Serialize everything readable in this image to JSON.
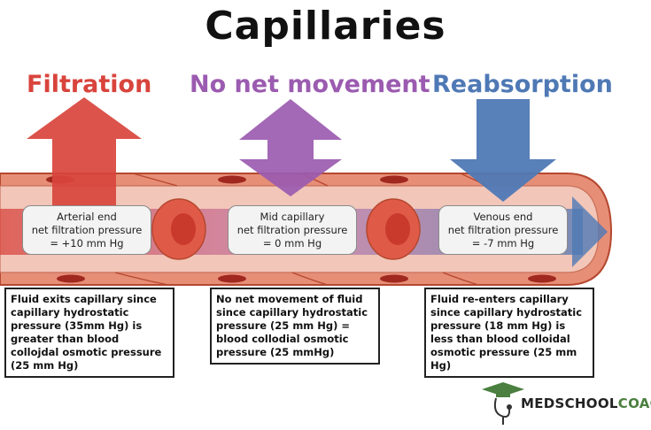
{
  "title": "Capillaries",
  "colors": {
    "filtration": "#d8443c",
    "no_net": "#9b5bb0",
    "reabsorption": "#4f79b5",
    "vessel": "#e78e77",
    "vessel_dark": "#b5482f",
    "lumen": "#f2c6b8",
    "rbc": "#c93a2c",
    "logo_green": "#4b7f3f"
  },
  "phases": [
    {
      "label": "Filtration",
      "color": "#d8443c"
    },
    {
      "label": "No net movement",
      "color": "#9b5bb0"
    },
    {
      "label": "Reabsorption",
      "color": "#4f79b5"
    }
  ],
  "pills": [
    {
      "line1": "Arterial end",
      "line2": "net filtration pressure",
      "line3": "= +10 mm Hg"
    },
    {
      "line1": "Mid capillary",
      "line2": "net filtration pressure",
      "line3": "= 0 mm Hg"
    },
    {
      "line1": "Venous end",
      "line2": "net filtration pressure",
      "line3": "= -7 mm Hg"
    }
  ],
  "notes": [
    {
      "text": "Fluid exits capillary since capillary hydrostatic pressure (35mm Hg) is greater than blood collojdal osmotic pressure (25 mm Hg)"
    },
    {
      "text": "No net movement of fluid since capillary hydrostatic pressure (25 mm Hg) = blood collodial osmotic pressure (25 mmHg)"
    },
    {
      "text": "Fluid re-enters capillary since capillary hydrostatic pressure (18 mm Hg) is less than blood colloidal osmotic pressure (25 mm Hg)"
    }
  ],
  "logo": {
    "part1": "MEDSCHOOL",
    "part2": "COACH",
    "icon": "graduation-cap-stethoscope-icon"
  }
}
